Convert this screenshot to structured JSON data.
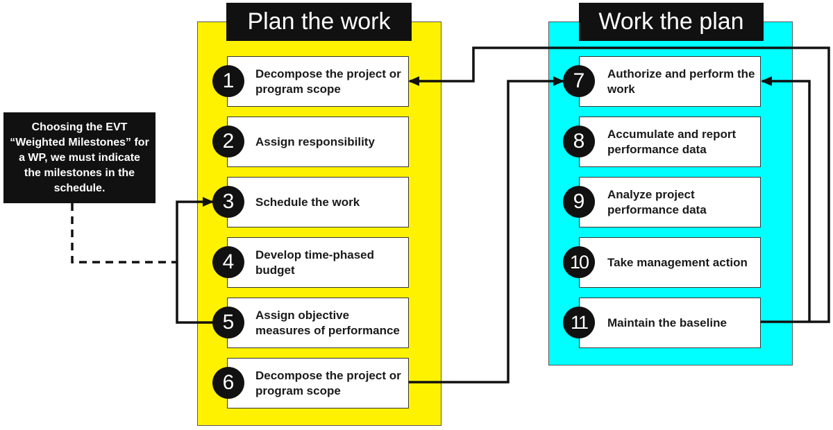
{
  "colors": {
    "plan_panel": "#fff200",
    "work_panel": "#00ffff",
    "header_bg": "#111111",
    "badge_bg": "#111111"
  },
  "plan": {
    "title": "Plan the work",
    "steps": [
      {
        "num": "1",
        "label": "Decompose the project or program scope"
      },
      {
        "num": "2",
        "label": "Assign responsibility"
      },
      {
        "num": "3",
        "label": "Schedule the work"
      },
      {
        "num": "4",
        "label": "Develop time-phased budget"
      },
      {
        "num": "5",
        "label": "Assign objective measures of performance"
      },
      {
        "num": "6",
        "label": "Decompose the project or program scope"
      }
    ]
  },
  "work": {
    "title": "Work the plan",
    "steps": [
      {
        "num": "7",
        "label": "Authorize and perform the work"
      },
      {
        "num": "8",
        "label": "Accumulate and report performance data"
      },
      {
        "num": "9",
        "label": "Analyze project performance data"
      },
      {
        "num": "10",
        "label": "Take management action"
      },
      {
        "num": "11",
        "label": "Maintain the baseline"
      }
    ]
  },
  "note": {
    "text": "Choosing the EVT “Weighted Milestones” for a WP, we must indicate the milestones in the schedule."
  }
}
